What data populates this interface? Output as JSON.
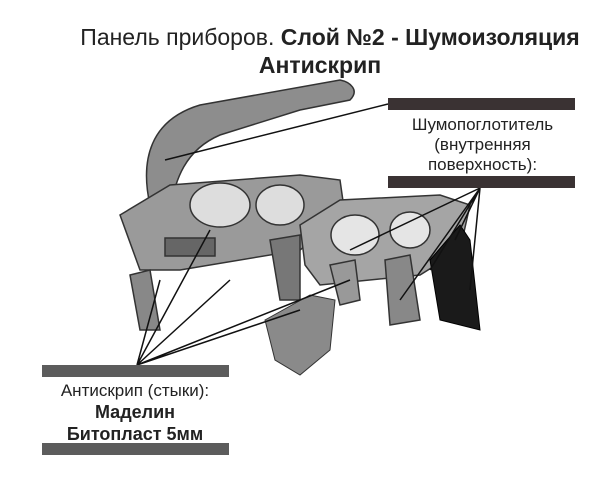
{
  "title": {
    "normal": "Панель приборов. ",
    "bold": "Слой №2 - Шумоизоляция",
    "line2": "Антискрип"
  },
  "right_label": {
    "line1": "Шумопоглотитель",
    "line2": "(внутренняя",
    "line3": "поверхность):"
  },
  "left_label": {
    "line1": "Антискрип (стыки):",
    "line2": "Маделин",
    "line3": "Битопласт 5мм"
  },
  "colors": {
    "bar_dark": "#3a3233",
    "bar_gray": "#5c5c5c",
    "part_gray": "#8a8a8a",
    "insulation": "#1a1a1a"
  }
}
